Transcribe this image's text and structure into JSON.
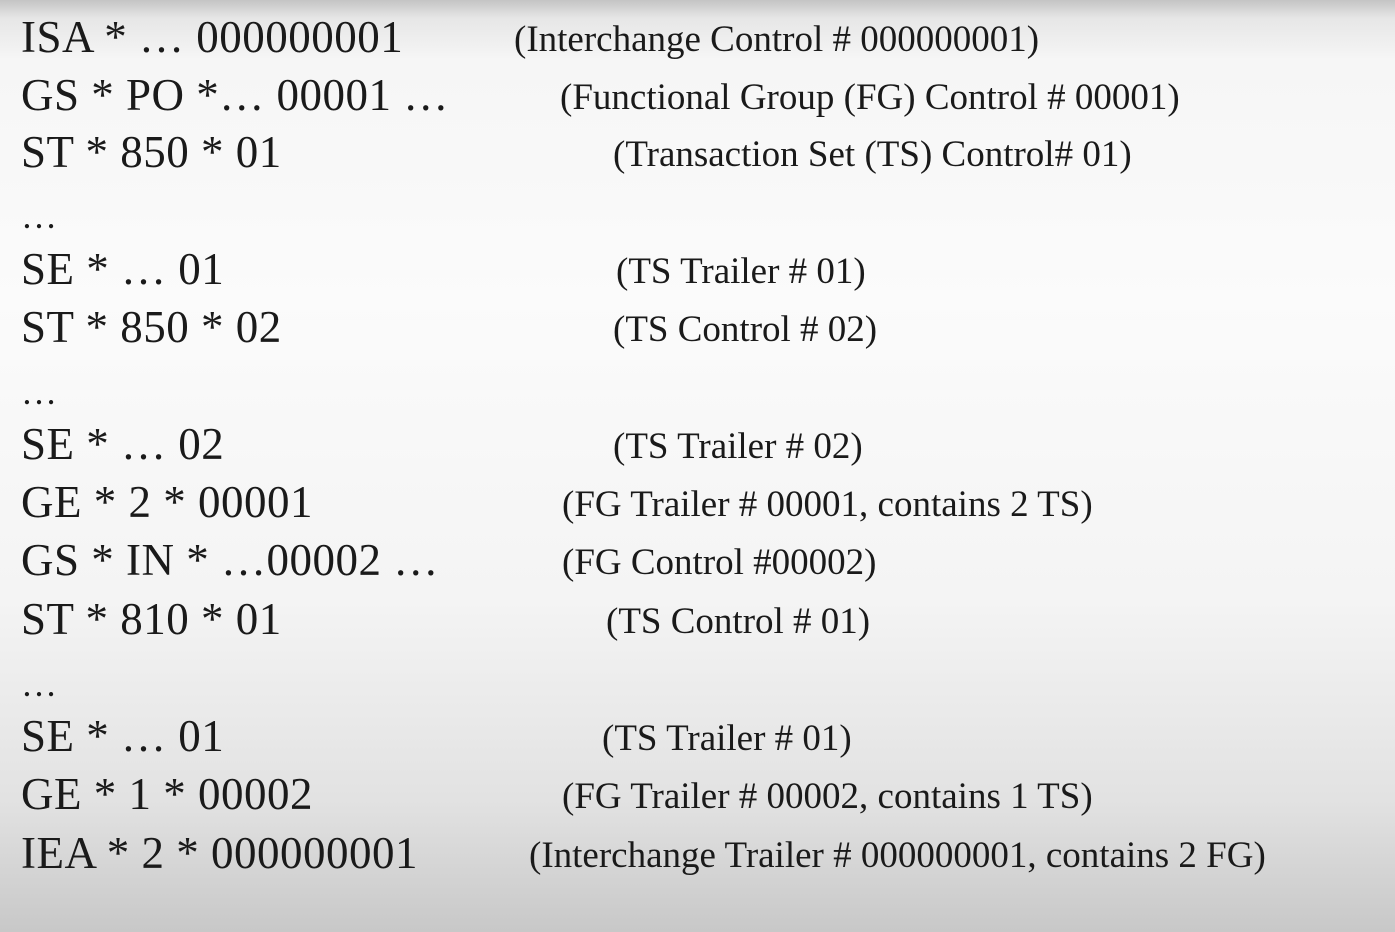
{
  "lines": [
    {
      "segment": "ISA * … 000000001",
      "note": "(Interchange Control # 000000001)"
    },
    {
      "segment": "GS * PO *… 00001 …",
      "note": "(Functional Group (FG) Control # 00001)"
    },
    {
      "segment": "ST * 850 * 01",
      "note": "(Transaction Set (TS) Control# 01)"
    },
    {
      "segment": "…",
      "note": ""
    },
    {
      "segment": "SE * … 01",
      "note": "(TS Trailer # 01)"
    },
    {
      "segment": "ST * 850 * 02",
      "note": "(TS Control # 02)"
    },
    {
      "segment": "…",
      "note": ""
    },
    {
      "segment": "SE * … 02",
      "note": "(TS Trailer # 02)"
    },
    {
      "segment": "GE * 2 * 00001",
      "note": "(FG Trailer # 00001, contains 2 TS)"
    },
    {
      "segment": "GS * IN * …00002 …",
      "note": "(FG Control #00002)"
    },
    {
      "segment": "ST * 810 * 01",
      "note": "(TS Control # 01)"
    },
    {
      "segment": "…",
      "note": ""
    },
    {
      "segment": "SE * … 01",
      "note": "(TS Trailer # 01)"
    },
    {
      "segment": "GE * 1 * 00002",
      "note": "(FG Trailer # 00002, contains 1 TS)"
    },
    {
      "segment": "IEA * 2 * 000000001",
      "note": "(Interchange Trailer # 000000001, contains 2 FG)"
    }
  ]
}
